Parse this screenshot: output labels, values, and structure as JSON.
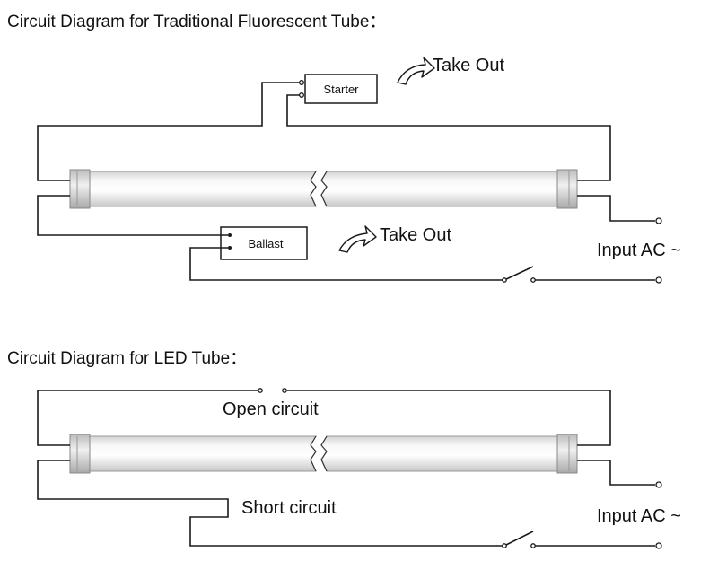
{
  "titles": {
    "traditional": "Circuit Diagram for Traditional Fluorescent Tube：",
    "led": "Circuit Diagram for LED Tube："
  },
  "components": {
    "starter": "Starter",
    "ballast": "Ballast"
  },
  "annotations": {
    "starter_take_out": "Take Out",
    "ballast_take_out": "Take Out",
    "open_circuit": "Open circuit",
    "short_circuit": "Short circuit"
  },
  "input": {
    "traditional": "Input AC ~",
    "led": "Input AC ~"
  }
}
